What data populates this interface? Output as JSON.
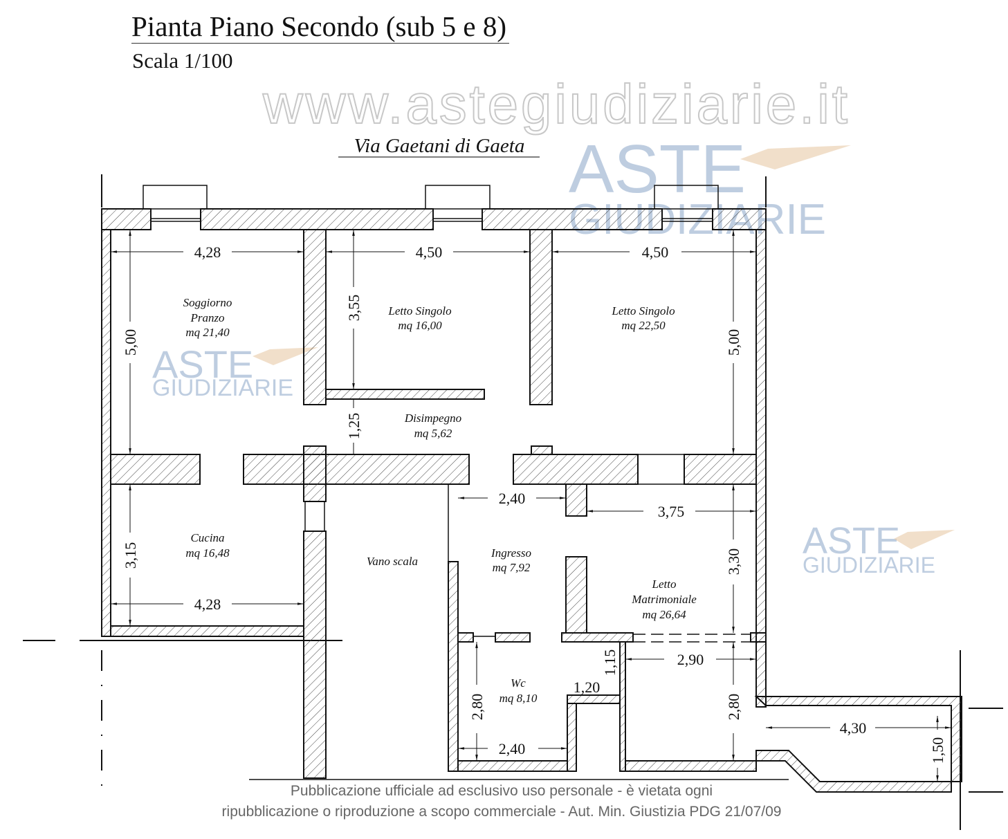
{
  "header": {
    "title": "Pianta Piano Secondo (sub 5 e 8)",
    "scale": "Scala 1/100"
  },
  "street": "Via Gaetani di Gaeta",
  "rooms": [
    {
      "name": "Soggiorno",
      "name2": "Pranzo",
      "area": "mq 21,40"
    },
    {
      "name": "Letto Singolo",
      "area": "mq 16,00"
    },
    {
      "name": "Letto Singolo",
      "area": "mq 22,50"
    },
    {
      "name": "Disimpegno",
      "area": "mq 5,62"
    },
    {
      "name": "Cucina",
      "area": "mq 16,48"
    },
    {
      "name": "Vano scala"
    },
    {
      "name": "Ingresso",
      "area": "mq 7,92"
    },
    {
      "name": "Letto",
      "name2": "Matrimoniale",
      "area": "mq 26,64"
    },
    {
      "name": "Wc",
      "area": "mq 8,10"
    }
  ],
  "dimensions": [
    "4,28",
    "4,50",
    "4,50",
    "5,00",
    "3,55",
    "5,00",
    "1,25",
    "2,40",
    "3,75",
    "3,15",
    "4,28",
    "3,30",
    "2,90",
    "1,15",
    "1,20",
    "2,80",
    "2,80",
    "2,40",
    "4,30",
    "1,50"
  ],
  "watermark": {
    "brand_top": "ASTE",
    "brand_bottom": "GIUDIZIARIE",
    "site": "www.astegiudiziarie.it"
  },
  "notice": {
    "line1": "Pubblicazione ufficiale ad esclusivo uso personale - è vietata ogni",
    "line2": "ripubblicazione o riproduzione a scopo commerciale - Aut. Min. Giustizia PDG 21/07/09"
  }
}
